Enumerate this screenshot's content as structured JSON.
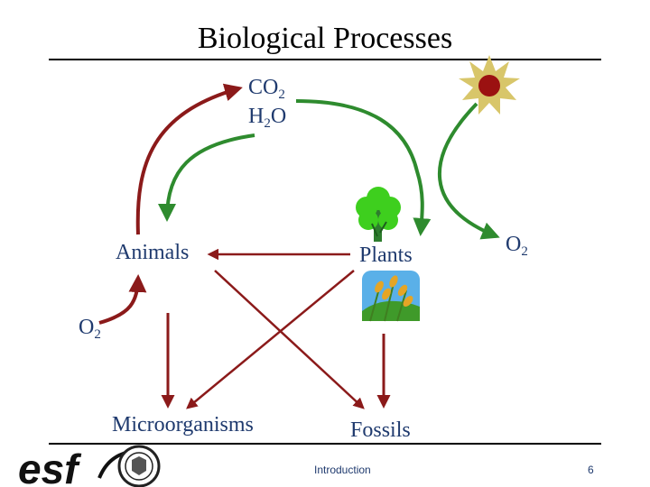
{
  "title": "Biological Processes",
  "nodes": {
    "co2": {
      "base": "CO",
      "sub": "2"
    },
    "h2o": {
      "pre": "H",
      "sub": "2",
      "post": "O"
    },
    "o2_right": {
      "base": "O",
      "sub": "2"
    },
    "o2_left": {
      "base": "O",
      "sub": "2"
    },
    "animals": "Animals",
    "plants": "Plants",
    "microorganisms": "Microorganisms",
    "fossils": "Fossils"
  },
  "footer": {
    "center_text": "Introduction",
    "page_number": "6"
  },
  "colors": {
    "label": "#1f3a6e",
    "red_arrow": "#8b1a1a",
    "green_arrow": "#2e8b2e",
    "sun_core": "#9b1111",
    "sun_rays": "#d8c66a"
  }
}
